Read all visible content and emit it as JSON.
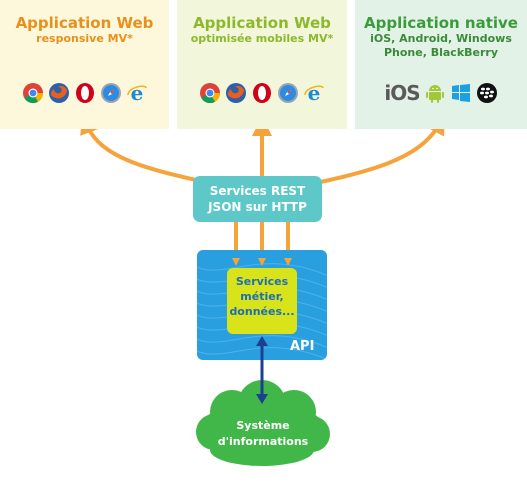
{
  "panels": [
    {
      "title": "Application Web",
      "subtitle": "responsive MV*",
      "icons": [
        "chrome-icon",
        "firefox-icon",
        "opera-icon",
        "safari-icon",
        "ie-icon"
      ]
    },
    {
      "title": "Application Web",
      "subtitle": "optimisée mobiles MV*",
      "icons": [
        "chrome-icon",
        "firefox-icon",
        "opera-icon",
        "safari-icon",
        "ie-icon"
      ]
    },
    {
      "title": "Application native",
      "subtitle_line1": "iOS, Android, Windows",
      "subtitle_line2": "Phone, BlackBerry",
      "icons": [
        "ios-icon",
        "android-icon",
        "windows-icon",
        "blackberry-icon"
      ],
      "ios_text": "iOS"
    }
  ],
  "rest": {
    "line1": "Services REST",
    "line2": "JSON sur HTTP"
  },
  "metier": {
    "line1": "Services",
    "line2": "métier,",
    "line3": "données..."
  },
  "api_label": "API",
  "cloud": {
    "line1": "Système",
    "line2": "d'informations"
  },
  "colors": {
    "arrow_orange": "#f5a33b",
    "arrow_blue": "#1d3f8f",
    "rest_teal": "#5ec8c9",
    "api_blue": "#2a9fe0",
    "metier_yellow": "#d9e31a",
    "cloud_green": "#42b749"
  }
}
